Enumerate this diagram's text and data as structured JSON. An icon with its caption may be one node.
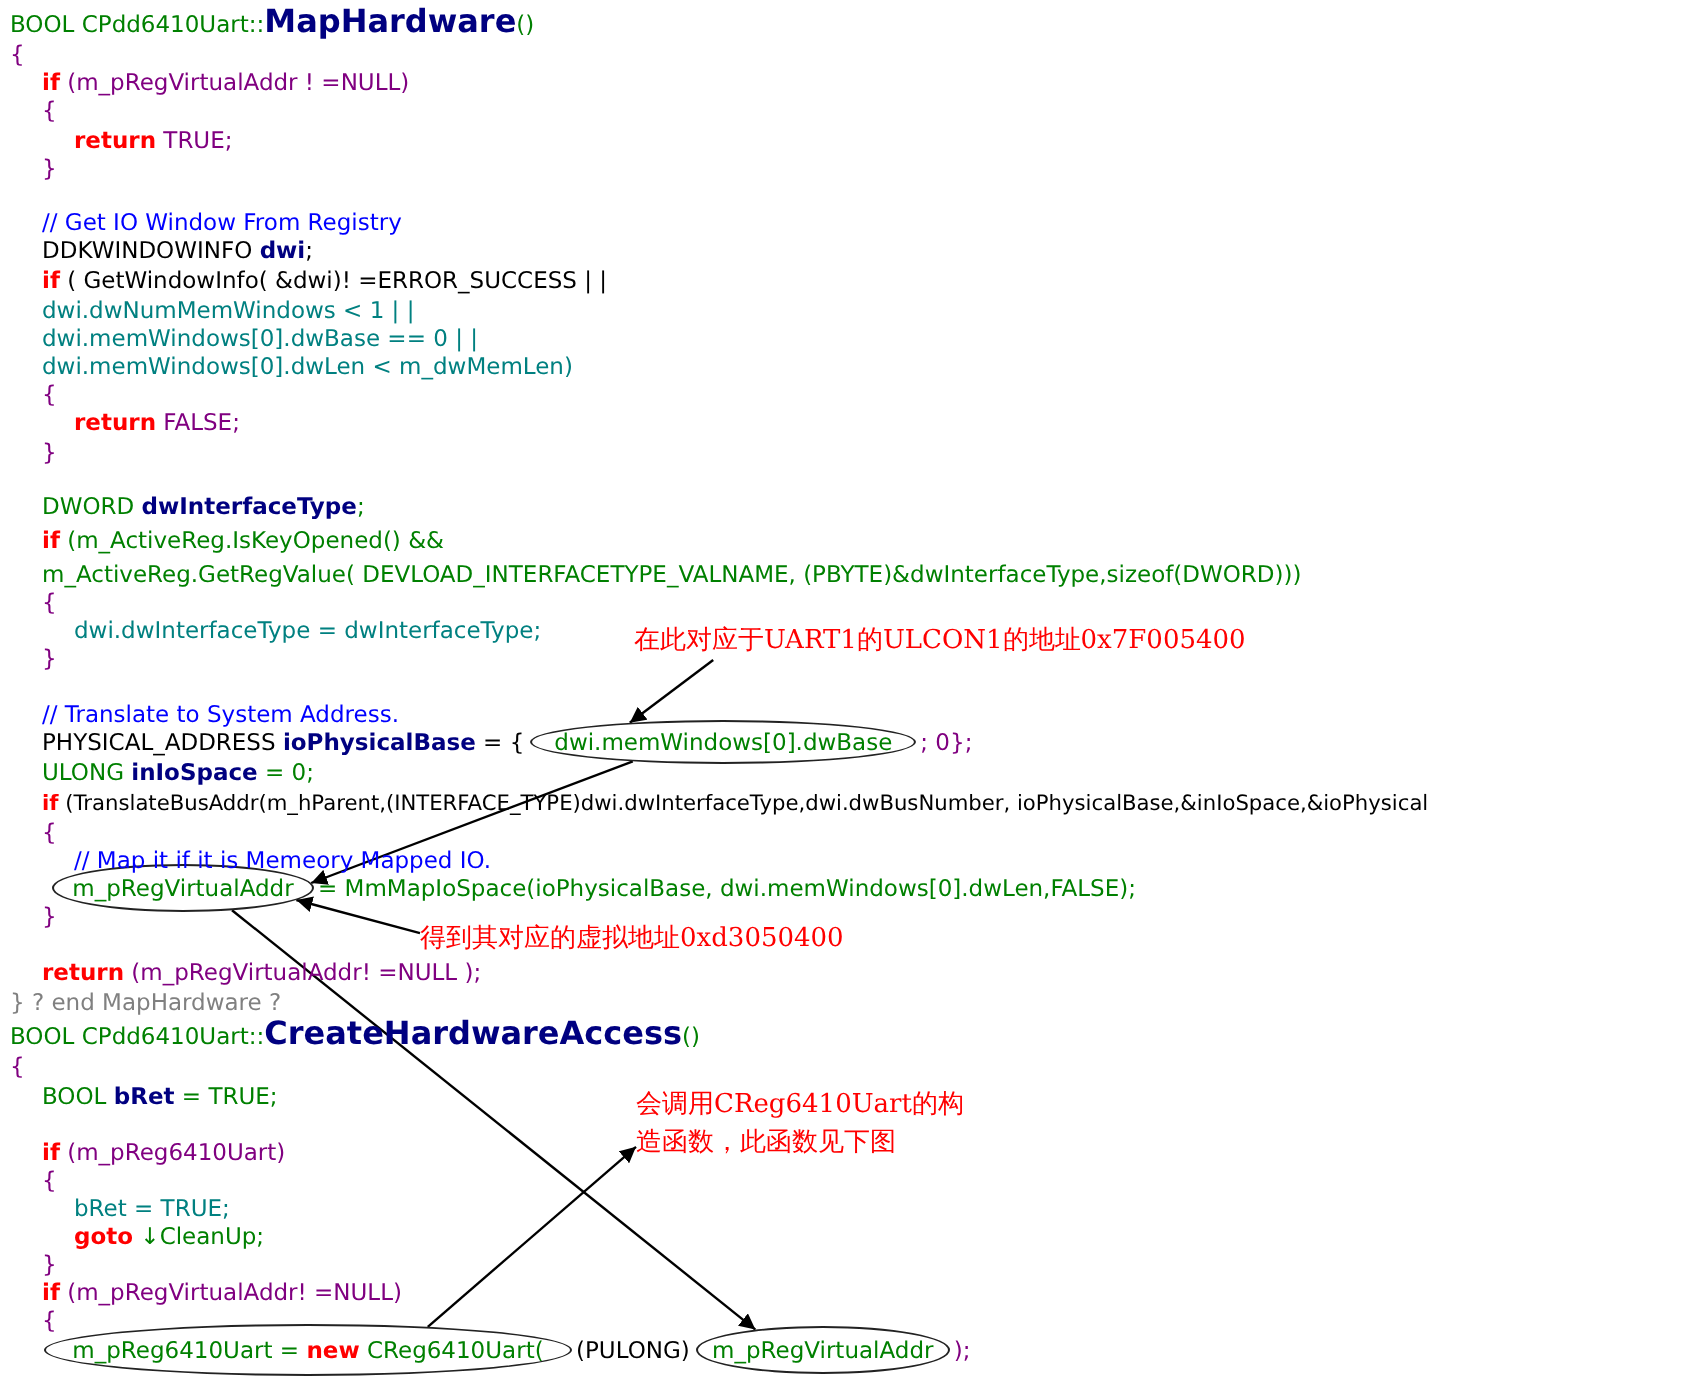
{
  "diagram": {
    "nodes": [
      {
        "text": [
          "在此对应于UART1的ULCON1的地址0x7F005400"
        ]
      },
      {
        "text": [
          "dwi.memWindows[0].dwBase"
        ]
      },
      {
        "text": [
          "m_pRegVirtualAddr"
        ]
      },
      {
        "text": [
          "得到其对应的虚拟地址0xd3050400"
        ]
      },
      {
        "text": [
          "会调用CReg6410Uart的构造函数，此函数见下图"
        ]
      },
      {
        "text": [
          "m_pReg6410Uart = **new** CReg6410Uart("
        ]
      },
      {
        "text": [
          "m_pRegVirtualAddr"
        ]
      }
    ],
    "edges": [
      {
        "from": 0,
        "to": 1,
        "arrow": "to"
      },
      {
        "from": 1,
        "to": 2,
        "arrow": "to"
      },
      {
        "from": 3,
        "to": 2,
        "arrow": "to"
      },
      {
        "from": 2,
        "to": 6,
        "arrow": "to"
      },
      {
        "from": 5,
        "to": 4,
        "arrow": "to"
      }
    ],
    "labels": [
      "BOOL CPdd6410Uart::**MapHardware**()",
      "{",
      "**if** (m_pRegVirtualAddr ! =NULL)",
      "{",
      "**return** TRUE;",
      "}",
      "// Get IO Window From Registry",
      "DDKWINDOWINFO **dwi**;",
      "**if** ( GetWindowInfo( &dwi)! =ERROR_SUCCESS | |",
      "dwi.dwNumMemWindows < 1 | |",
      "dwi.memWindows[0].dwBase == 0 | |",
      "dwi.memWindows[0].dwLen < m_dwMemLen)",
      "{",
      "**return** FALSE;",
      "}",
      "DWORD **dwInterfaceType**;",
      "**if** (m_ActiveReg.IsKeyOpened() &&",
      "m_ActiveReg.GetRegValue( DEVLOAD_INTERFACETYPE_VALNAME, (PBYTE)&dwInterfaceType,sizeof(DWORD)))",
      "{",
      "dwi.dwInterfaceType = dwInterfaceType;",
      "}",
      "// Translate to System Address.",
      "PHYSICAL_ADDRESS **ioPhysicalBase** = {",
      "; 0};",
      "ULONG **inIoSpace** = 0;",
      "**if** (TranslateBusAddr(m_hParent,(INTERFACE_TYPE)dwi.dwInterfaceType,dwi.dwBusNumber, ioPhysicalBase,&inIoSpace,&ioPhysical",
      "{",
      "// Map it if it is Memeory Mapped IO.",
      "= MmMapIoSpace(ioPhysicalBase, dwi.memWindows[0].dwLen,FALSE);",
      "}",
      "**return** (m_pRegVirtualAddr! =NULL );",
      "} ? end MapHardware ?",
      "BOOL CPdd6410Uart::**CreateHardwareAccess**()",
      "{",
      "BOOL **bRet** = TRUE;",
      "**if** (m_pReg6410Uart)",
      "{",
      "bRet = TRUE;",
      "**goto** ↓CleanUp;",
      "}",
      "**if** (m_pRegVirtualAddr! =NULL)",
      "{",
      "(PULONG)",
      ");"
    ]
  }
}
